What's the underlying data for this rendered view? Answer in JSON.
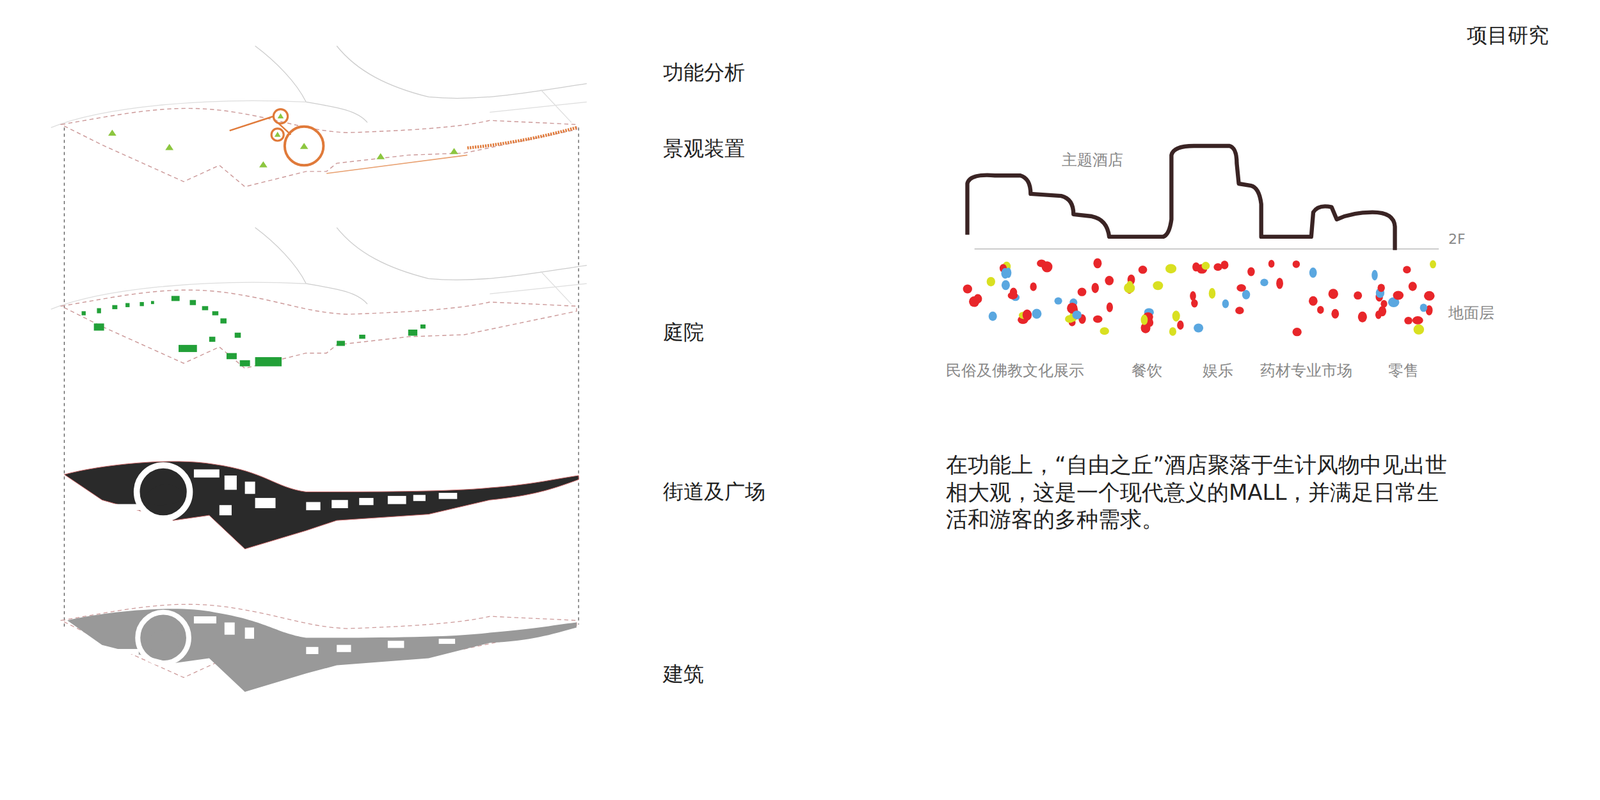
{
  "diagram": {
    "title": "项目研究",
    "labels": [
      "功能分析",
      "景观装置",
      "庭院",
      "街道及广场",
      "建筑",
      "主题酒店",
      "2F",
      "地面层",
      "民俗及佛教文化展示",
      "餐饮",
      "娱乐",
      "药材专业市场",
      "零售",
      "在功能上，“自由之丘”酒店聚落于生计风物中见出世相大观，这是一个现代意义的MALL，并满足日常生活和游客的多种需求。"
    ]
  }
}
